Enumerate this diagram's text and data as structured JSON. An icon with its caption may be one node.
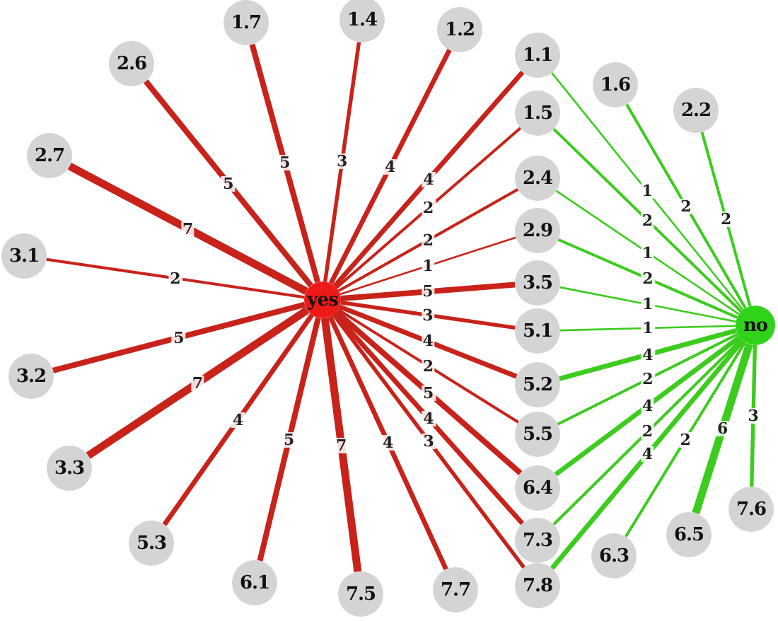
{
  "diagram": {
    "nodes": [
      {
        "text": [
          "1.7"
        ]
      },
      {
        "text": [
          "1.4"
        ]
      },
      {
        "text": [
          "1.2"
        ]
      },
      {
        "text": [
          "1.1"
        ]
      },
      {
        "text": [
          "2.6"
        ]
      },
      {
        "text": [
          "1.6"
        ]
      },
      {
        "text": [
          "2.2"
        ]
      },
      {
        "text": [
          "1.5"
        ]
      },
      {
        "text": [
          "2.7"
        ]
      },
      {
        "text": [
          "2.4"
        ]
      },
      {
        "text": [
          "2.9"
        ]
      },
      {
        "text": [
          "3.1"
        ]
      },
      {
        "text": [
          "3.5"
        ]
      },
      {
        "text": [
          "yes"
        ]
      },
      {
        "text": [
          "no"
        ]
      },
      {
        "text": [
          "5.1"
        ]
      },
      {
        "text": [
          "3.2"
        ]
      },
      {
        "text": [
          "5.2"
        ]
      },
      {
        "text": [
          "5.5"
        ]
      },
      {
        "text": [
          "3.3"
        ]
      },
      {
        "text": [
          "6.4"
        ]
      },
      {
        "text": [
          "7.6"
        ]
      },
      {
        "text": [
          "6.5"
        ]
      },
      {
        "text": [
          "7.3"
        ]
      },
      {
        "text": [
          "5.3"
        ]
      },
      {
        "text": [
          "6.3"
        ]
      },
      {
        "text": [
          "6.1"
        ]
      },
      {
        "text": [
          "7.7"
        ]
      },
      {
        "text": [
          "7.8"
        ]
      },
      {
        "text": [
          "7.5"
        ]
      }
    ],
    "edges": [
      {
        "from": 13,
        "to": 4,
        "arrow": "none",
        "label": "5"
      },
      {
        "from": 13,
        "to": 0,
        "arrow": "none",
        "label": "5"
      },
      {
        "from": 13,
        "to": 1,
        "arrow": "none",
        "label": "3"
      },
      {
        "from": 13,
        "to": 2,
        "arrow": "none",
        "label": "4"
      },
      {
        "from": 13,
        "to": 3,
        "arrow": "none",
        "label": "4"
      },
      {
        "from": 13,
        "to": 7,
        "arrow": "none",
        "label": "2"
      },
      {
        "from": 13,
        "to": 9,
        "arrow": "none",
        "label": "2"
      },
      {
        "from": 13,
        "to": 10,
        "arrow": "none",
        "label": "1"
      },
      {
        "from": 13,
        "to": 12,
        "arrow": "none",
        "label": "5"
      },
      {
        "from": 13,
        "to": 15,
        "arrow": "none",
        "label": "3"
      },
      {
        "from": 13,
        "to": 17,
        "arrow": "none",
        "label": "4"
      },
      {
        "from": 13,
        "to": 18,
        "arrow": "none",
        "label": "2"
      },
      {
        "from": 13,
        "to": 20,
        "arrow": "none",
        "label": "5"
      },
      {
        "from": 13,
        "to": 23,
        "arrow": "none",
        "label": "4"
      },
      {
        "from": 13,
        "to": 28,
        "arrow": "none",
        "label": "3"
      },
      {
        "from": 13,
        "to": 27,
        "arrow": "none",
        "label": "4"
      },
      {
        "from": 13,
        "to": 29,
        "arrow": "none",
        "label": "7",
        "style": "thick"
      },
      {
        "from": 13,
        "to": 26,
        "arrow": "none",
        "label": "5"
      },
      {
        "from": 13,
        "to": 24,
        "arrow": "none",
        "label": "4"
      },
      {
        "from": 13,
        "to": 19,
        "arrow": "none",
        "label": "7",
        "style": "thick"
      },
      {
        "from": 13,
        "to": 16,
        "arrow": "none",
        "label": "5"
      },
      {
        "from": 13,
        "to": 11,
        "arrow": "none",
        "label": "2"
      },
      {
        "from": 13,
        "to": 8,
        "arrow": "none",
        "label": "7",
        "style": "thick"
      },
      {
        "from": 14,
        "to": 3,
        "arrow": "none",
        "label": "1",
        "color": "#3ccc1e"
      },
      {
        "from": 14,
        "to": 5,
        "arrow": "none",
        "label": "2",
        "color": "#3ccc1e"
      },
      {
        "from": 14,
        "to": 6,
        "arrow": "none",
        "label": "2",
        "color": "#3ccc1e"
      },
      {
        "from": 14,
        "to": 7,
        "arrow": "none",
        "label": "2",
        "color": "#3ccc1e"
      },
      {
        "from": 14,
        "to": 9,
        "arrow": "none",
        "label": "1",
        "color": "#3ccc1e"
      },
      {
        "from": 14,
        "to": 10,
        "arrow": "none",
        "label": "2",
        "color": "#3ccc1e"
      },
      {
        "from": 14,
        "to": 12,
        "arrow": "none",
        "label": "1",
        "color": "#3ccc1e"
      },
      {
        "from": 14,
        "to": 15,
        "arrow": "none",
        "label": "1",
        "color": "#3ccc1e"
      },
      {
        "from": 14,
        "to": 17,
        "arrow": "none",
        "label": "4",
        "color": "#3ccc1e"
      },
      {
        "from": 14,
        "to": 18,
        "arrow": "none",
        "label": "2",
        "color": "#3ccc1e"
      },
      {
        "from": 14,
        "to": 20,
        "arrow": "none",
        "label": "4",
        "color": "#3ccc1e"
      },
      {
        "from": 14,
        "to": 23,
        "arrow": "none",
        "label": "2",
        "color": "#3ccc1e"
      },
      {
        "from": 14,
        "to": 28,
        "arrow": "none",
        "label": "4",
        "color": "#3ccc1e"
      },
      {
        "from": 14,
        "to": 25,
        "arrow": "none",
        "label": "2",
        "color": "#3ccc1e"
      },
      {
        "from": 14,
        "to": 22,
        "arrow": "none",
        "label": "6",
        "color": "#3ccc1e",
        "style": "thick"
      },
      {
        "from": 14,
        "to": 21,
        "arrow": "none",
        "label": "3",
        "color": "#3ccc1e"
      }
    ]
  }
}
